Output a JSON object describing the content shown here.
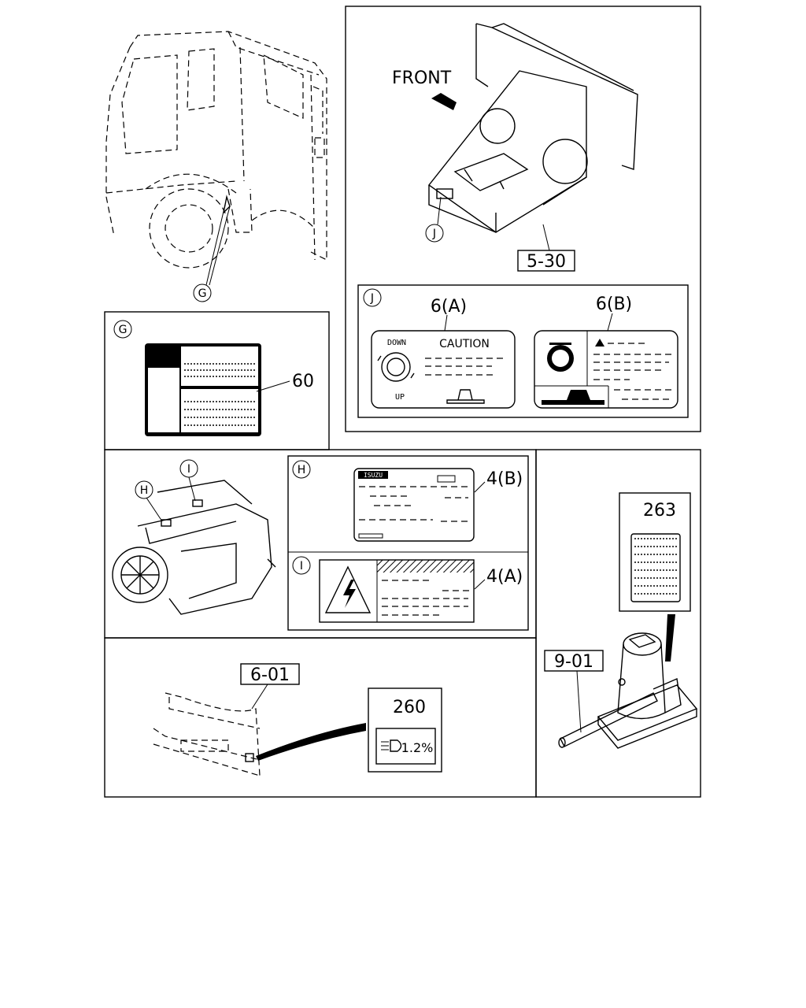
{
  "callouts": {
    "front": "FRONT",
    "p530": "5-30",
    "p60": "60",
    "p6A": "6(A)",
    "p6B": "6(B)",
    "p4B": "4(B)",
    "p4A": "4(A)",
    "p263": "263",
    "p601": "6-01",
    "p260": "260",
    "p901": "9-01"
  },
  "refs": {
    "G": "G",
    "H": "H",
    "I": "I",
    "J": "J"
  },
  "labels": {
    "caution": "CAUTION",
    "down": "DOWN",
    "up": "UP",
    "isuzu": "ISUZU",
    "headlamp_value": "1.2%"
  }
}
